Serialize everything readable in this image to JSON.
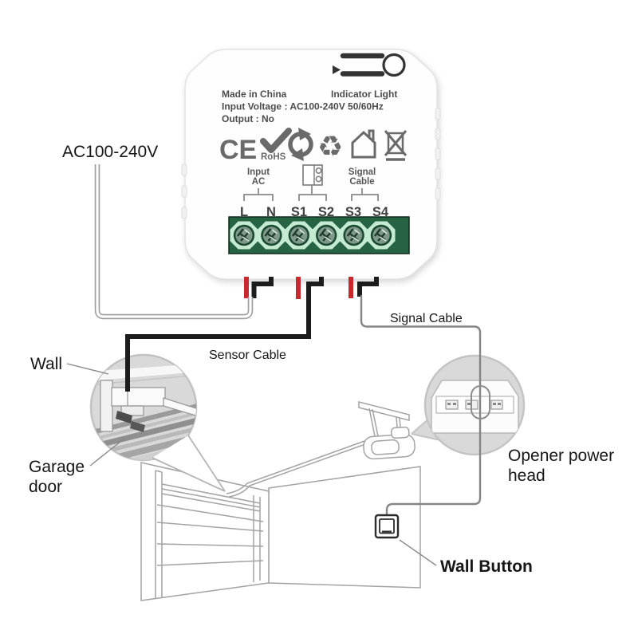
{
  "device": {
    "print": {
      "made_in": "Made in China",
      "indicator_light": "Indicator Light",
      "input_voltage": "Input Voltage : AC100-240V 50/60Hz",
      "output": "Output :  No",
      "ce": "CE",
      "rohs": "RoHS"
    },
    "terminal_groups": {
      "input_ac": {
        "line1": "Input",
        "line2": "AC"
      },
      "signal_cable": {
        "line1": "Signal",
        "line2": "Cable"
      }
    },
    "terminals": [
      "L",
      "N",
      "S1",
      "S2",
      "S3",
      "S4"
    ]
  },
  "icons": {
    "recycle_glyph": "♻"
  },
  "annotations": {
    "ac_power": "AC100-240V",
    "sensor_cable": "Sensor Cable",
    "signal_cable": "Signal Cable",
    "wall": "Wall",
    "garage_door": {
      "line1": "Garage",
      "line2": "door"
    },
    "opener_power_head": {
      "line1": "Opener power",
      "line2": "head"
    },
    "wall_button": "Wall Button"
  },
  "colors": {
    "terminal_block": "#266343",
    "terminal_cell": "#c5ead2",
    "wire_red": "#c9282d",
    "wire_black": "#1c1c1c",
    "detail_circle_fill": "#d9d9d9",
    "line_art": "#a3a3a3",
    "module_print": "#4c4c4c"
  }
}
